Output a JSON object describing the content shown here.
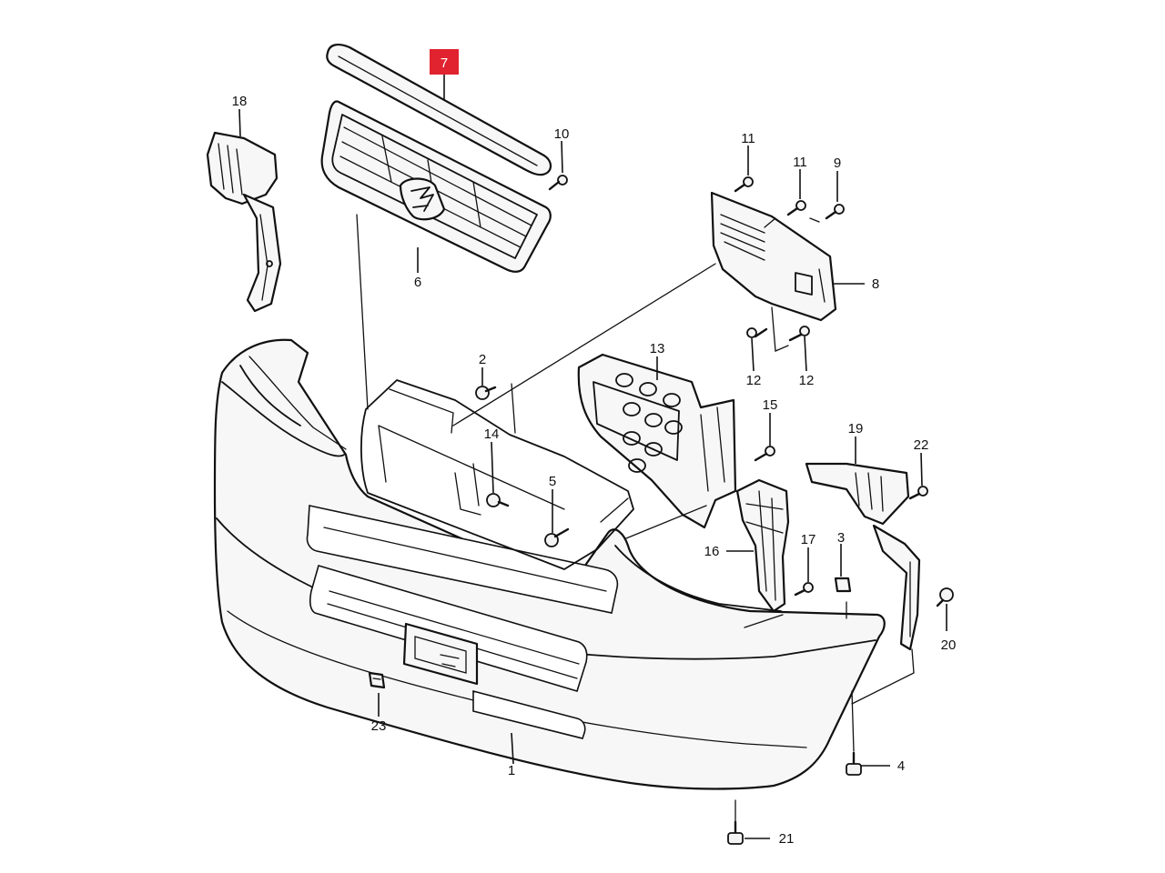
{
  "diagram": {
    "highlighted_callout": "7",
    "highlight_color": "#e0232f",
    "callouts": [
      {
        "id": "c1",
        "label": "1"
      },
      {
        "id": "c2",
        "label": "2"
      },
      {
        "id": "c3",
        "label": "3"
      },
      {
        "id": "c4",
        "label": "4"
      },
      {
        "id": "c5",
        "label": "5"
      },
      {
        "id": "c6",
        "label": "6"
      },
      {
        "id": "c7",
        "label": "7"
      },
      {
        "id": "c8",
        "label": "8"
      },
      {
        "id": "c9",
        "label": "9"
      },
      {
        "id": "c10",
        "label": "10"
      },
      {
        "id": "c11a",
        "label": "11"
      },
      {
        "id": "c11b",
        "label": "11"
      },
      {
        "id": "c12a",
        "label": "12"
      },
      {
        "id": "c12b",
        "label": "12"
      },
      {
        "id": "c13",
        "label": "13"
      },
      {
        "id": "c14",
        "label": "14"
      },
      {
        "id": "c15",
        "label": "15"
      },
      {
        "id": "c16",
        "label": "16"
      },
      {
        "id": "c17",
        "label": "17"
      },
      {
        "id": "c18",
        "label": "18"
      },
      {
        "id": "c19",
        "label": "19"
      },
      {
        "id": "c20",
        "label": "20"
      },
      {
        "id": "c21",
        "label": "21"
      },
      {
        "id": "c22",
        "label": "22"
      },
      {
        "id": "c23",
        "label": "23"
      }
    ]
  }
}
